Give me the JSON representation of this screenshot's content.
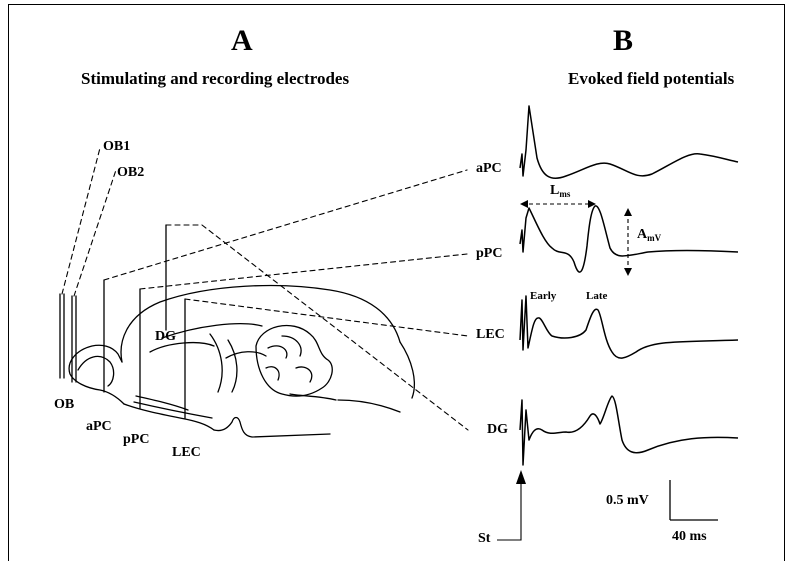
{
  "panel_a": {
    "letter": "A",
    "title": "Stimulating and recording electrodes",
    "labels": {
      "ob1": "OB1",
      "ob2": "OB2",
      "dg": "DG",
      "ob": "OB",
      "apc": "aPC",
      "ppc": "pPC",
      "lec": "LEC"
    }
  },
  "panel_b": {
    "letter": "B",
    "title": "Evoked field potentials",
    "traces": [
      "aPC",
      "pPC",
      "LEC",
      "DG"
    ],
    "latency_label": "L",
    "latency_sub": "ms",
    "amplitude_label": "A",
    "amplitude_sub": "mV",
    "early_label": "Early",
    "late_label": "Late",
    "stim_label": "St",
    "scale_voltage": "0.5 mV",
    "scale_time": "40 ms"
  }
}
